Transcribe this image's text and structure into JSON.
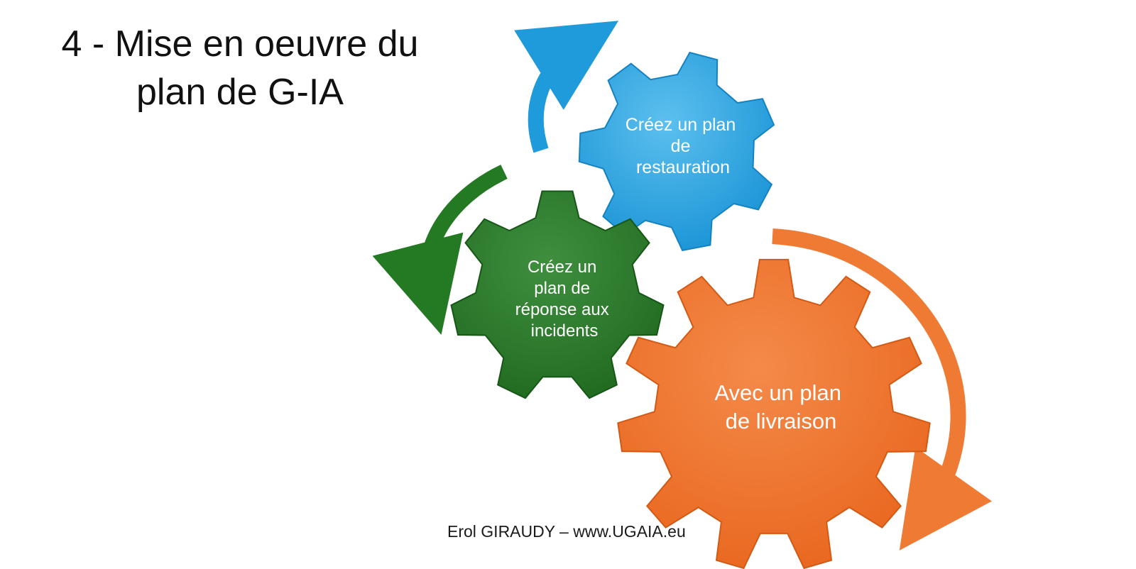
{
  "slide": {
    "title_line1": "4 - Mise en oeuvre du",
    "title_line2": "plan de G-IA",
    "footer": "Erol GIRAUDY – www.UGAIA.eu"
  },
  "diagram": {
    "gears": [
      {
        "id": "restauration",
        "lines": [
          "Créez un plan",
          "de",
          "restauration"
        ],
        "color": "#2aa3df",
        "arrow_color": "#1f9bdc"
      },
      {
        "id": "incidents",
        "lines": [
          "Créez un",
          "plan de",
          "réponse aux",
          "incidents"
        ],
        "color": "#2d7a2d",
        "arrow_color": "#237a23"
      },
      {
        "id": "livraison",
        "lines": [
          "Avec un plan",
          "de livraison"
        ],
        "color": "#ef6f22",
        "arrow_color": "#ee7a34"
      }
    ]
  }
}
